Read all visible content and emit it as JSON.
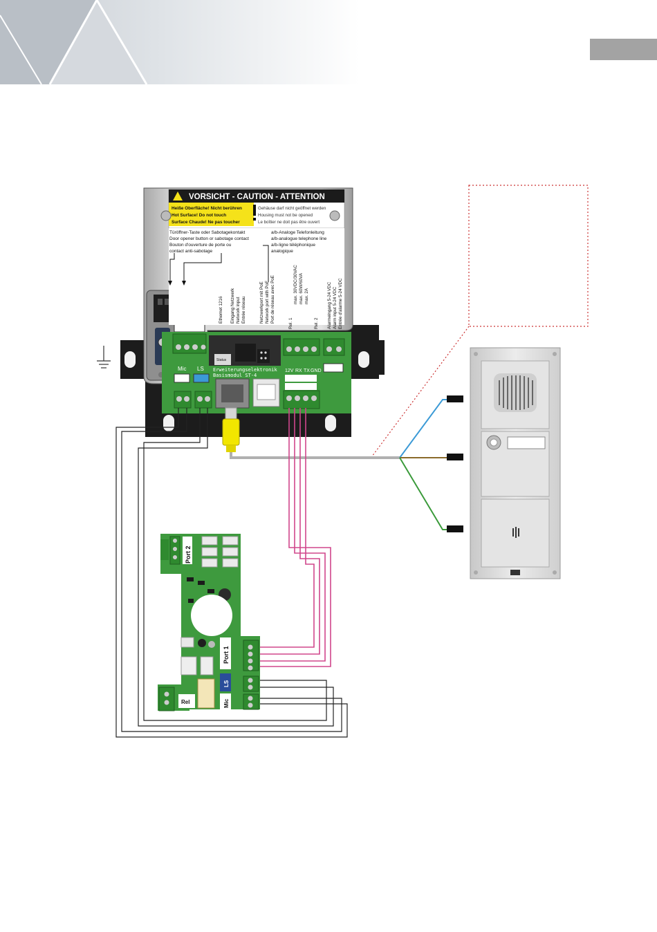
{
  "page_tab": "",
  "warning_label": {
    "title": "VORSICHT - CAUTION - ATTENTION",
    "left_lines": [
      "Heiße Oberfläche! Nicht berühren",
      "Hot Surface! Do not touch",
      "Surface Chaude! Ne pas toucher"
    ],
    "right_lines": [
      "Gehäuse darf nicht geöffnet werden",
      "Housing must not be opened",
      "Le boîtier ne doit pas être ouvert"
    ],
    "door_opener_lines": [
      "Türöffner-Taste oder Sabotagekontakt",
      "Door opener button or sabotage contact",
      "Bouton d'ouverture de porte ou",
      "contact anti-sabotage"
    ],
    "analog_lines": [
      "a/b-Analoge Telefonleitung",
      "a/b-analogue telephone line",
      "a/b-ligne téléphonique",
      "analogique"
    ]
  },
  "vertical_labels": {
    "ethernet": "Ethernet 1216",
    "network_input": [
      "Eingang Netzwerk",
      "Network input",
      "Entrée réseau"
    ],
    "poe": [
      "Netzwerkport mit PoE",
      "Network port with PoE",
      "Port de réseau avec PoE"
    ],
    "relay": [
      "max. 30VDC/30VAC",
      "max. 60W/60VA",
      "max. 2A"
    ],
    "rel1": "Rel. 1",
    "rel2": "Rel. 2",
    "alarm": [
      "Alarmeingang 5-24 VDC",
      "Alarm input 5-24 VDC",
      "Entrée d'alarme 5-24 VDC"
    ]
  },
  "module": {
    "mic_label": "Mic",
    "ls_label": "LS",
    "status_label": "Status",
    "board_name": [
      "Erweiterungselektronik",
      "Basismodul ST-4"
    ],
    "bus_labels": [
      "12V",
      "RX",
      "TX",
      "GND"
    ]
  },
  "board_labels": {
    "port2": "Port 2",
    "port1": "Port 1",
    "ls": "LS",
    "mic": "Mic",
    "rel": "Rel"
  },
  "colors": {
    "gray_wire": "#b0b0b0",
    "pink_wire": "#d0468c",
    "blue_wire": "#3b9ad6",
    "brown_wire": "#8a6a2a",
    "green_wire": "#3a9a3a",
    "pcb_green": "#3e9a3e",
    "ethernet_plug": "#f2e600",
    "warning_yellow": "#f5e21a",
    "callout_dots": "#cc3333"
  }
}
